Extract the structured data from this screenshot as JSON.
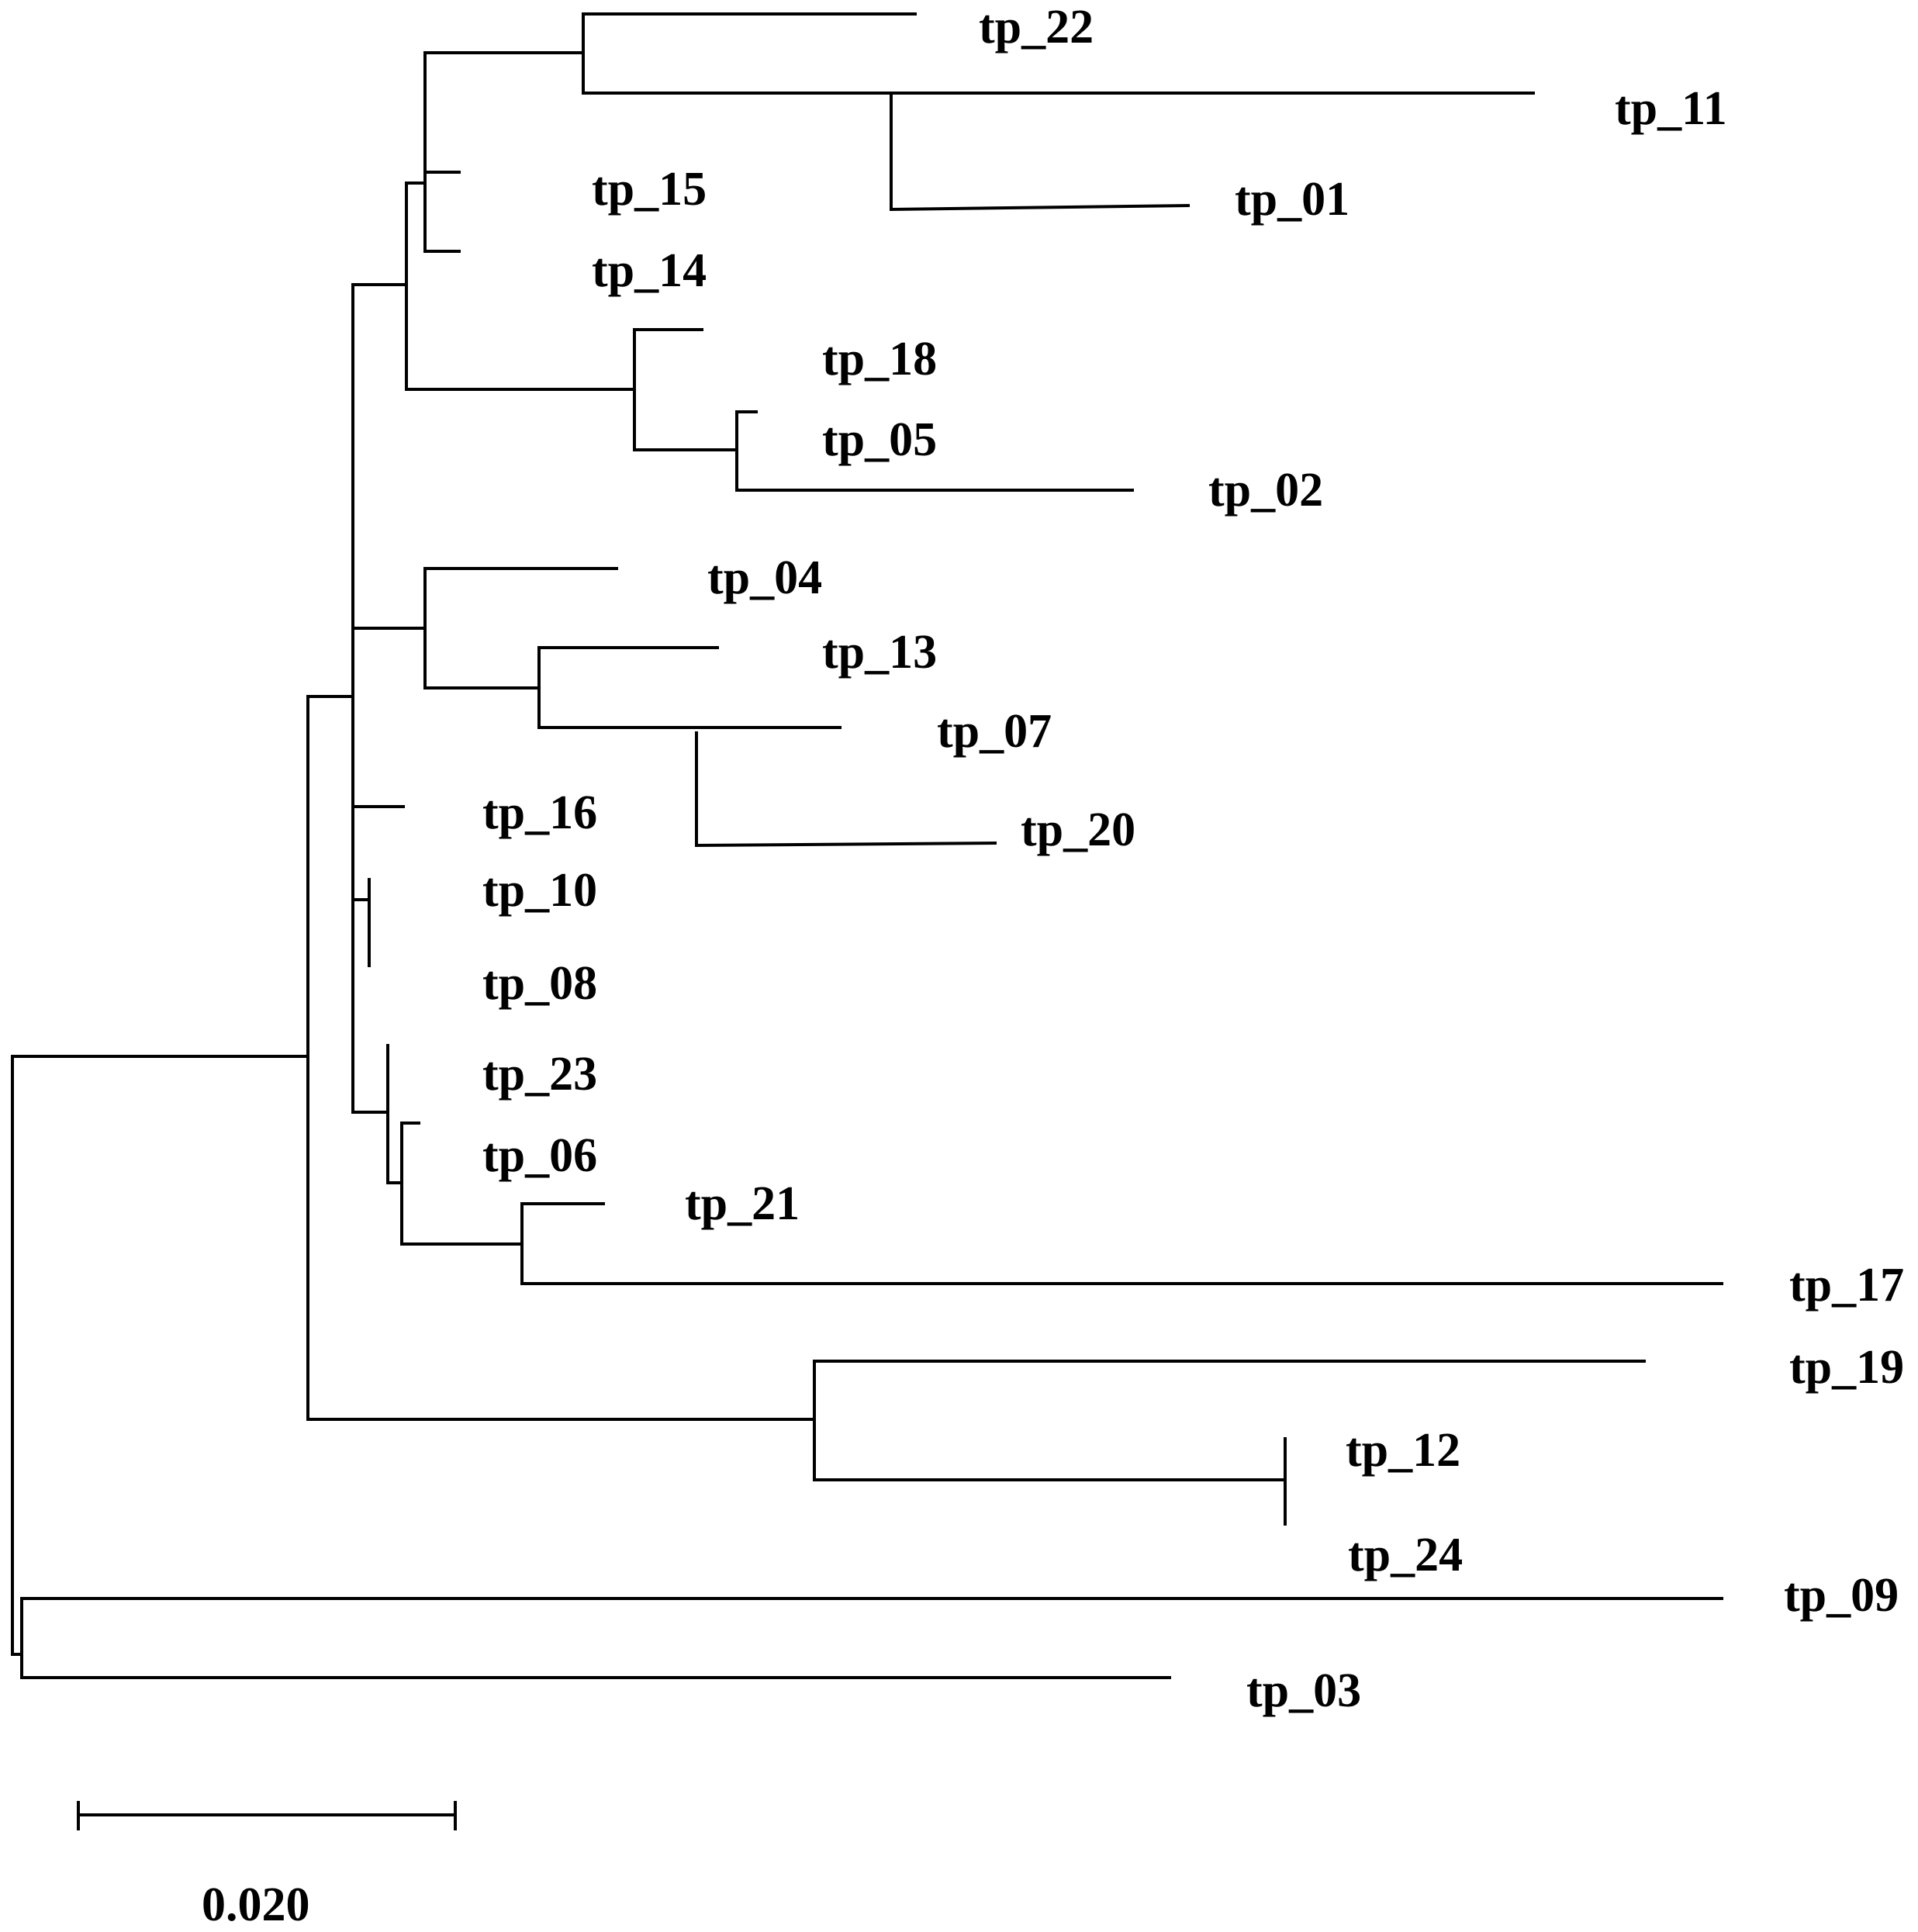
{
  "tree": {
    "leaves": [
      {
        "id": "tp_22",
        "label": "tp_22"
      },
      {
        "id": "tp_11",
        "label": "tp_11"
      },
      {
        "id": "tp_01",
        "label": "tp_01"
      },
      {
        "id": "tp_15",
        "label": "tp_15"
      },
      {
        "id": "tp_14",
        "label": "tp_14"
      },
      {
        "id": "tp_18",
        "label": "tp_18"
      },
      {
        "id": "tp_05",
        "label": "tp_05"
      },
      {
        "id": "tp_02",
        "label": "tp_02"
      },
      {
        "id": "tp_04",
        "label": "tp_04"
      },
      {
        "id": "tp_13",
        "label": "tp_13"
      },
      {
        "id": "tp_07",
        "label": "tp_07"
      },
      {
        "id": "tp_20",
        "label": "tp_20"
      },
      {
        "id": "tp_16",
        "label": "tp_16"
      },
      {
        "id": "tp_10",
        "label": "tp_10"
      },
      {
        "id": "tp_08",
        "label": "tp_08"
      },
      {
        "id": "tp_23",
        "label": "tp_23"
      },
      {
        "id": "tp_06",
        "label": "tp_06"
      },
      {
        "id": "tp_21",
        "label": "tp_21"
      },
      {
        "id": "tp_17",
        "label": "tp_17"
      },
      {
        "id": "tp_19",
        "label": "tp_19"
      },
      {
        "id": "tp_12",
        "label": "tp_12"
      },
      {
        "id": "tp_24",
        "label": "tp_24"
      },
      {
        "id": "tp_09",
        "label": "tp_09"
      },
      {
        "id": "tp_03",
        "label": "tp_03"
      }
    ]
  },
  "scale_bar": {
    "label": "0.020",
    "value": 0.02
  }
}
